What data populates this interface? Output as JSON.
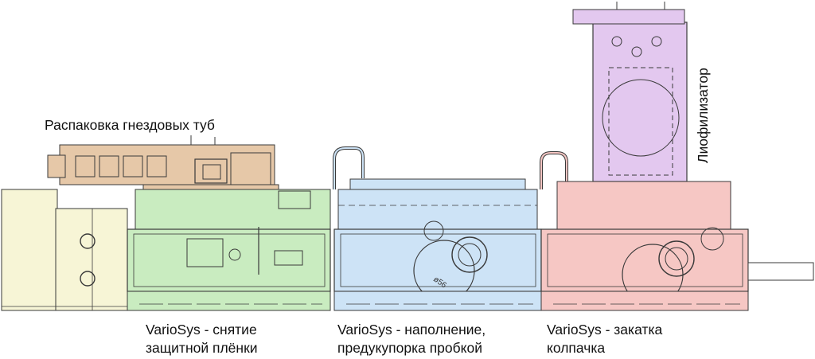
{
  "labels": {
    "depacking": "Распаковка гнездовых туб",
    "lyophilizer": "Лиофилизатор",
    "film_removal": [
      "VarioSys - снятие",
      "защитной плёнки"
    ],
    "filling": [
      "VarioSys - наполнение,",
      "предукупорка пробкой"
    ],
    "capping": [
      "VarioSys - закатка",
      "колпачка"
    ],
    "diameter_mark": "ø56"
  },
  "colors": {
    "depacking": "#e6c8a8",
    "film_removal": "#c9ecc0",
    "filling": "#cde3f6",
    "capping": "#f6c7c4",
    "lyophilizer": "#e3c8ef",
    "infeed": "#f7f5d6",
    "outline": "#3a3a3a"
  }
}
